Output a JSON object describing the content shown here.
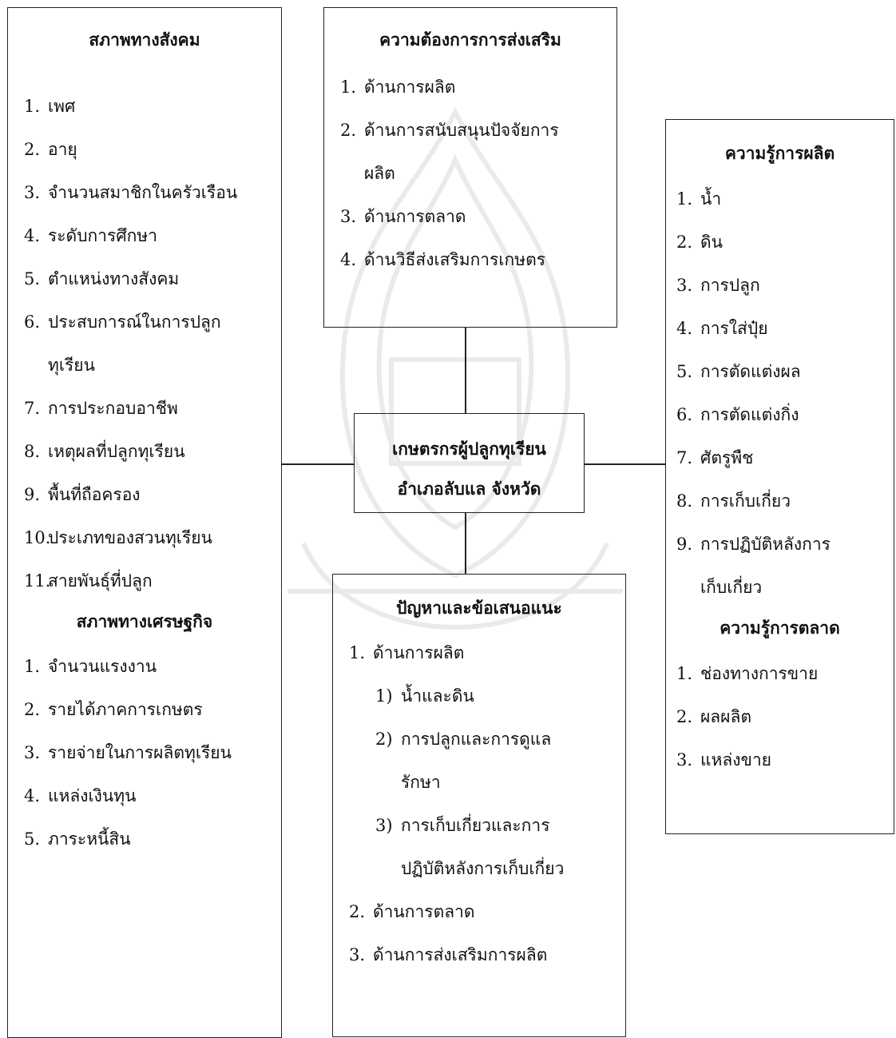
{
  "center": {
    "line1": "เกษตรกรผู้ปลูกทุเรียน",
    "line2": "อำเภอลับแล จังหวัด"
  },
  "social": {
    "title": "สภาพทางสังคม",
    "items": [
      {
        "num": "1.",
        "text": "เพศ"
      },
      {
        "num": "2.",
        "text": "อายุ"
      },
      {
        "num": "3.",
        "text": "จำนวนสมาชิกในครัวเรือน"
      },
      {
        "num": "4.",
        "text": "ระดับการศึกษา"
      },
      {
        "num": "5.",
        "text": "ตำแหน่งทางสังคม"
      },
      {
        "num": "6.",
        "text": "ประสบการณ์ในการปลูก",
        "cont": "ทุเรียน"
      },
      {
        "num": "7.",
        "text": "การประกอบอาชีพ"
      },
      {
        "num": "8.",
        "text": "เหตุผลที่ปลูกทุเรียน"
      },
      {
        "num": "9.",
        "text": "พื้นที่ถือครอง"
      },
      {
        "num": "10.",
        "text": "ประเภทของสวนทุเรียน"
      },
      {
        "num": "11.",
        "text": "สายพันธุ์ที่ปลูก"
      }
    ]
  },
  "economic": {
    "title": "สภาพทางเศรษฐกิจ",
    "items": [
      {
        "num": "1.",
        "text": "จำนวนแรงงาน"
      },
      {
        "num": "2.",
        "text": "รายได้ภาคการเกษตร"
      },
      {
        "num": "3.",
        "text": "รายจ่ายในการผลิตทุเรียน"
      },
      {
        "num": "4.",
        "text": "แหล่งเงินทุน"
      },
      {
        "num": "5.",
        "text": "ภาระหนี้สิน"
      }
    ]
  },
  "needs": {
    "title": "ความต้องการการส่งเสริม",
    "items": [
      {
        "num": "1.",
        "text": "ด้านการผลิต"
      },
      {
        "num": "2.",
        "text": "ด้านการสนับสนุนปัจจัยการ",
        "cont": "ผลิต"
      },
      {
        "num": "3.",
        "text": "ด้านการตลาด"
      },
      {
        "num": "4.",
        "text": "ด้านวิธีส่งเสริมการเกษตร"
      }
    ]
  },
  "production_knowledge": {
    "title": "ความรู้การผลิต",
    "items": [
      {
        "num": "1.",
        "text": "น้ำ"
      },
      {
        "num": "2.",
        "text": "ดิน"
      },
      {
        "num": "3.",
        "text": "การปลูก"
      },
      {
        "num": "4.",
        "text": "การใส่ปุ๋ย"
      },
      {
        "num": "5.",
        "text": "การตัดแต่งผล"
      },
      {
        "num": "6.",
        "text": "การตัดแต่งกิ่ง"
      },
      {
        "num": "7.",
        "text": "ศัตรูพืช"
      },
      {
        "num": "8.",
        "text": "การเก็บเกี่ยว"
      },
      {
        "num": "9.",
        "text": "การปฏิบัติหลังการ",
        "cont": "เก็บเกี่ยว"
      }
    ]
  },
  "market_knowledge": {
    "title": "ความรู้การตลาด",
    "items": [
      {
        "num": "1.",
        "text": "ช่องทางการขาย"
      },
      {
        "num": "2.",
        "text": "ผลผลิต"
      },
      {
        "num": "3.",
        "text": "แหล่งขาย"
      }
    ]
  },
  "problems": {
    "title": "ปัญหาและข้อเสนอแนะ",
    "items": [
      {
        "num": "1.",
        "text": "ด้านการผลิต"
      },
      {
        "num": "1)",
        "text": "น้ำและดิน",
        "sub": true
      },
      {
        "num": "2)",
        "text": "การปลูกและการดูแล",
        "cont": "รักษา",
        "sub": true
      },
      {
        "num": "3)",
        "text": "การเก็บเกี่ยวและการ",
        "cont": "ปฏิบัติหลังการเก็บเกี่ยว",
        "sub": true
      },
      {
        "num": "2.",
        "text": "ด้านการตลาด"
      },
      {
        "num": "3.",
        "text": "ด้านการส่งเสริมการผลิต"
      }
    ]
  }
}
